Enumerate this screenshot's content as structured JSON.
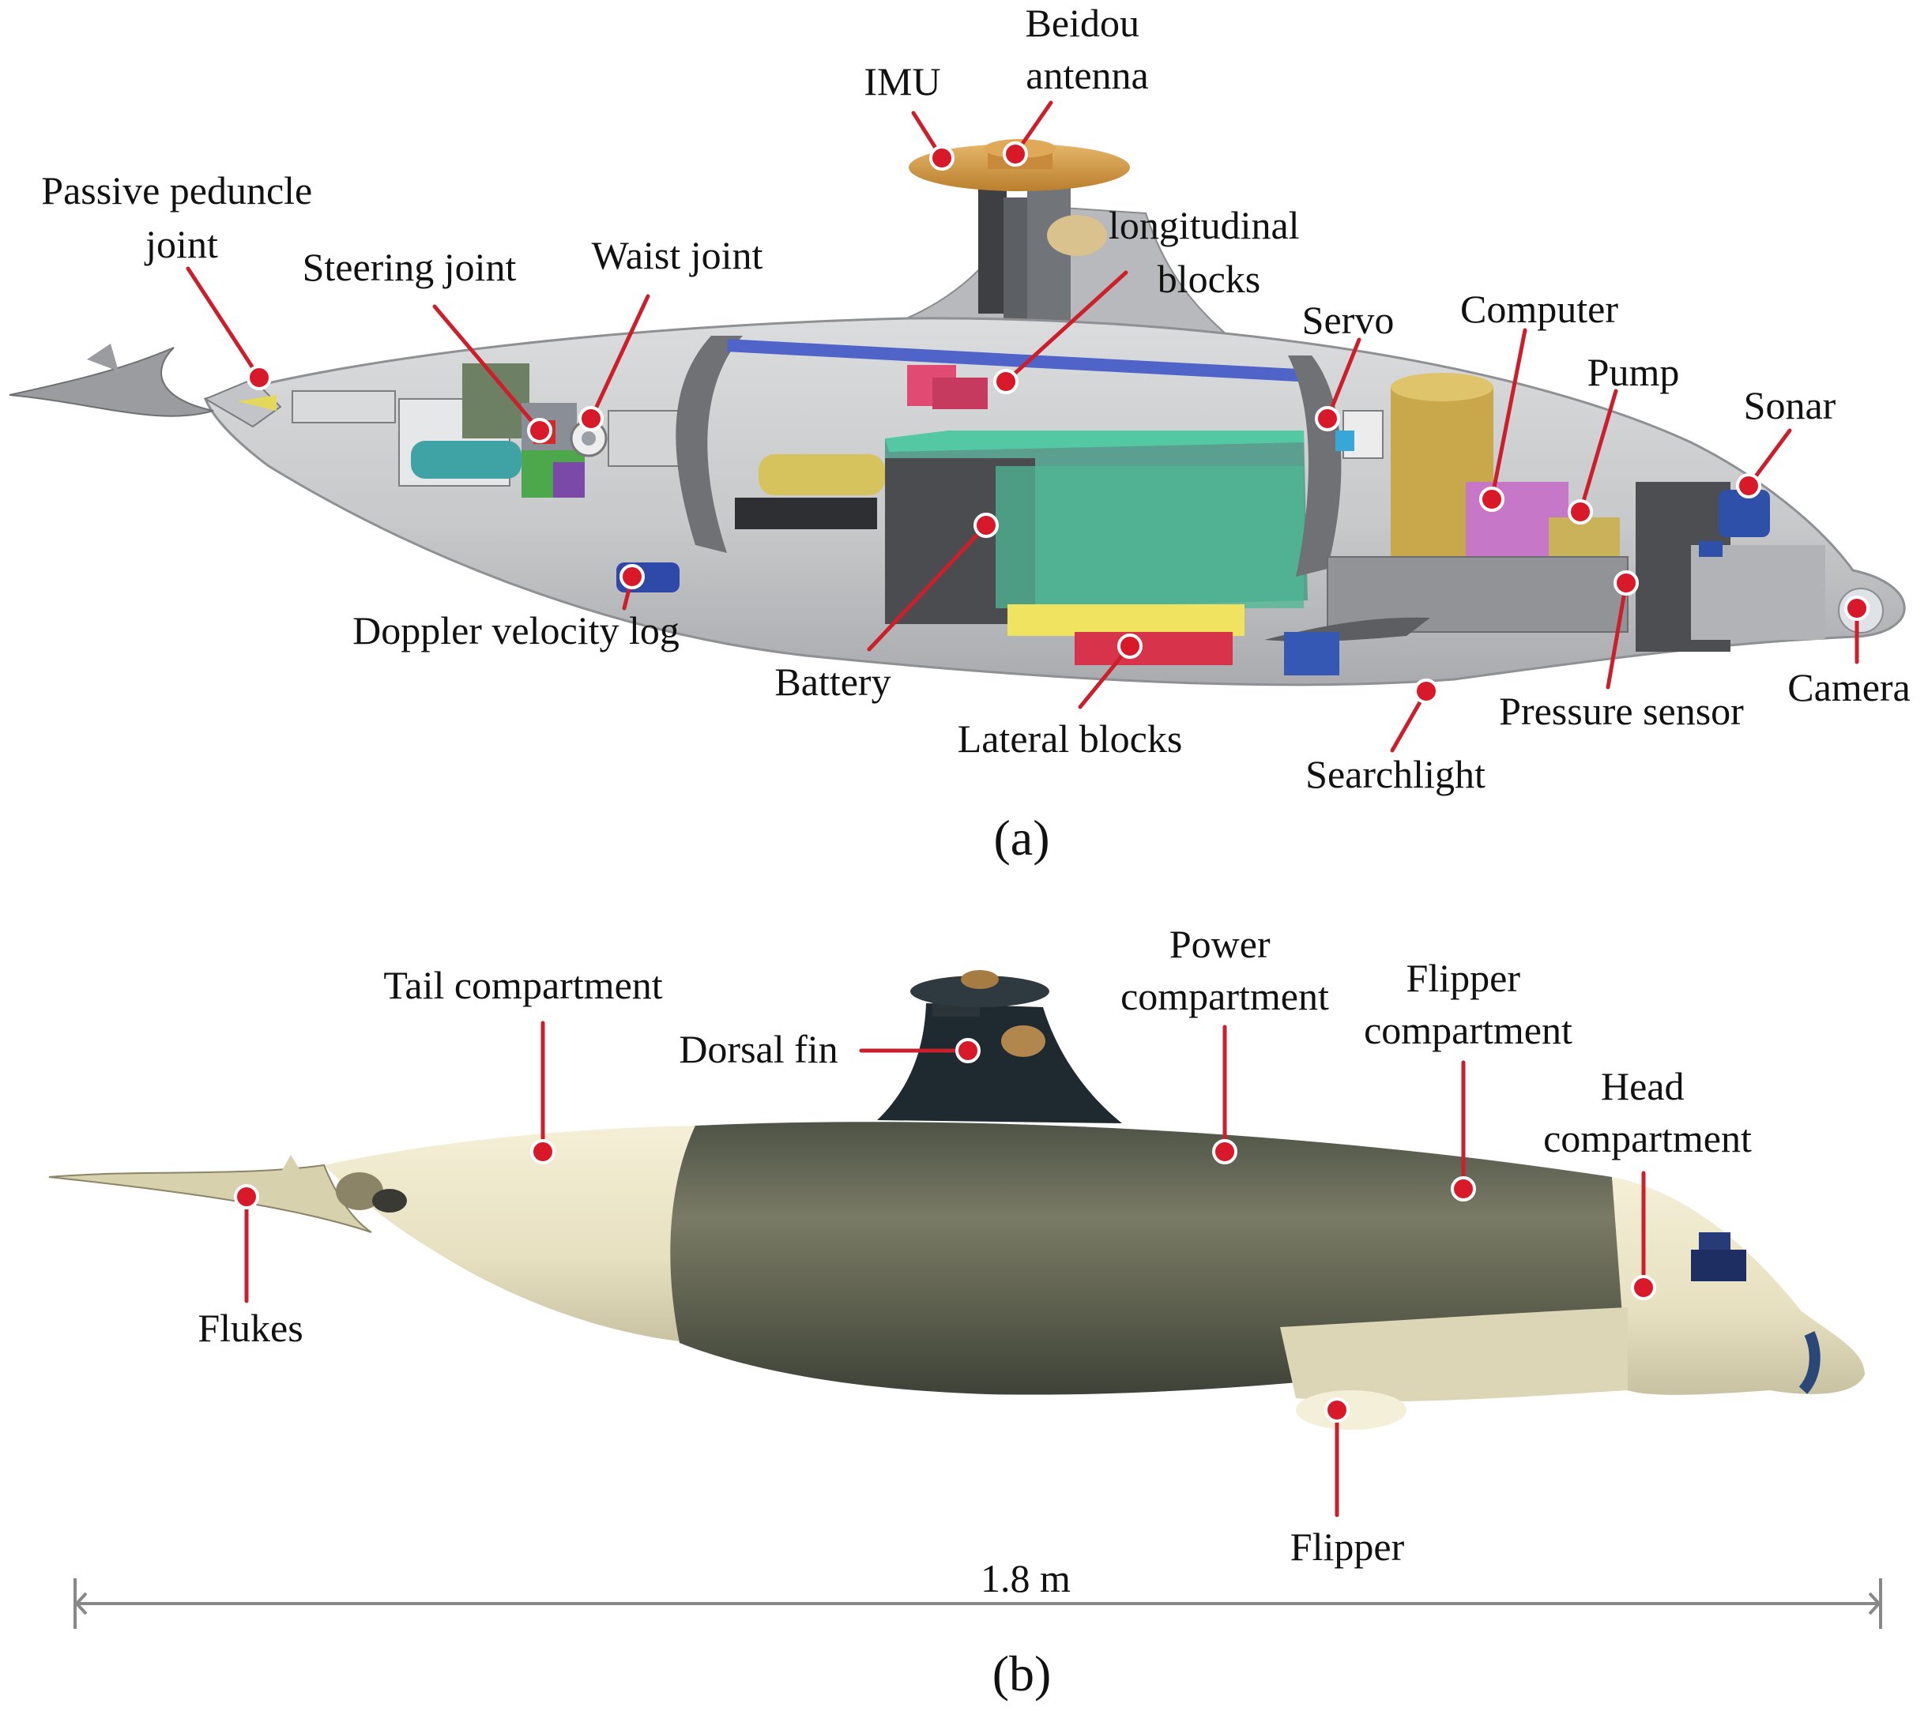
{
  "panel_a": {
    "caption": "(a)",
    "labels": {
      "passive_peduncle_joint": [
        "Passive peduncle",
        "joint"
      ],
      "steering_joint": "Steering joint",
      "waist_joint": "Waist joint",
      "imu": "IMU",
      "beidou_antenna": [
        "Beidou",
        "antenna"
      ],
      "longitudinal_blocks": [
        "longitudinal",
        "blocks"
      ],
      "servo": "Servo",
      "computer": "Computer",
      "pump": "Pump",
      "sonar": "Sonar",
      "doppler_velocity_log": "Doppler velocity log",
      "battery": "Battery",
      "lateral_blocks": "Lateral blocks",
      "searchlight": "Searchlight",
      "pressure_sensor": "Pressure sensor",
      "camera": "Camera"
    }
  },
  "panel_b": {
    "caption": "(b)",
    "labels": {
      "tail_compartment": "Tail compartment",
      "dorsal_fin": "Dorsal fin",
      "power_compartment": [
        "Power",
        "compartment"
      ],
      "flipper_compartment": [
        "Flipper",
        "compartment"
      ],
      "head_compartment": [
        "Head",
        "compartment"
      ],
      "flukes": "Flukes",
      "flipper": "Flipper"
    },
    "length": "1.8 m"
  },
  "colors": {
    "leader": "#cc1f2c",
    "hull_a": "#c9cbcd",
    "hull_b_dark": "#5f6350",
    "hull_b_light": "#ece6c9"
  }
}
